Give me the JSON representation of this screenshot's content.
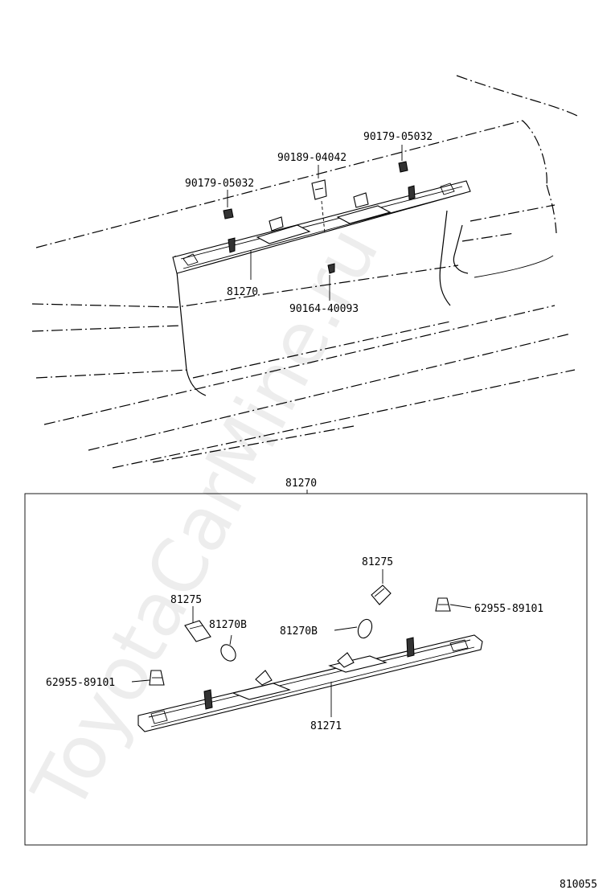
{
  "watermark": "ToyotaCarMine.ru",
  "overview": {
    "labels": {
      "l1": "90179-05032",
      "l2": "90189-04042",
      "l3": "90179-05032",
      "l4": "81270",
      "l5": "90164-40093"
    }
  },
  "detail": {
    "title": "81270",
    "labels": {
      "l1": "81275",
      "l2": "81275",
      "l3": "62955-89101",
      "l4": "81270B",
      "l5": "81270B",
      "l6": "62955-89101",
      "l7": "81271"
    }
  },
  "figure_number": "810055"
}
